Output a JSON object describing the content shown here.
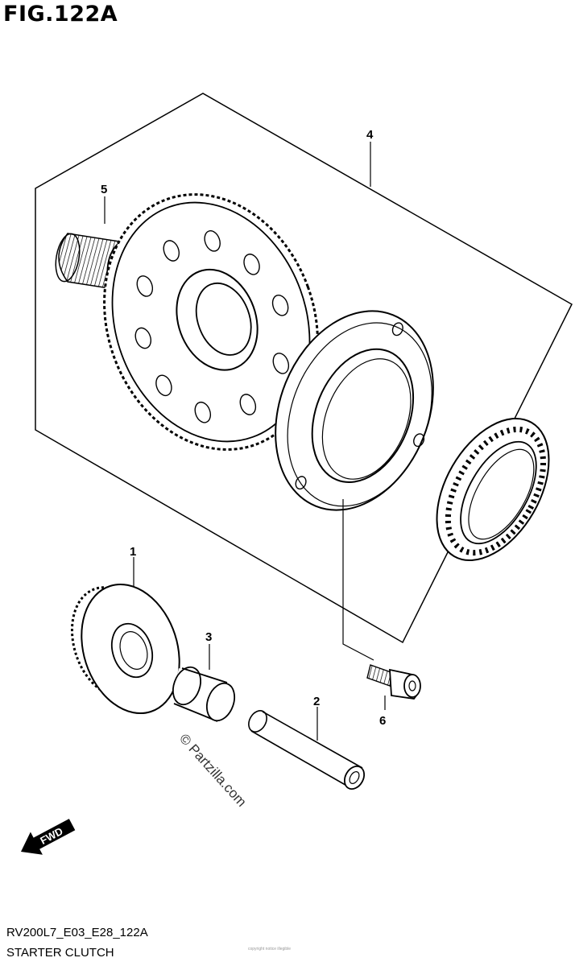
{
  "figure": {
    "title": "FIG.122A"
  },
  "callouts": [
    "1",
    "2",
    "3",
    "4",
    "5",
    "6"
  ],
  "watermark": "© Partzilla.com",
  "fwd_label": "FWD",
  "footer": {
    "code": "RV200L7_E03_E28_122A",
    "name": "STARTER CLUTCH",
    "micro_text": "copyright notice illegible"
  },
  "colors": {
    "line": "#000000",
    "background": "#ffffff"
  }
}
